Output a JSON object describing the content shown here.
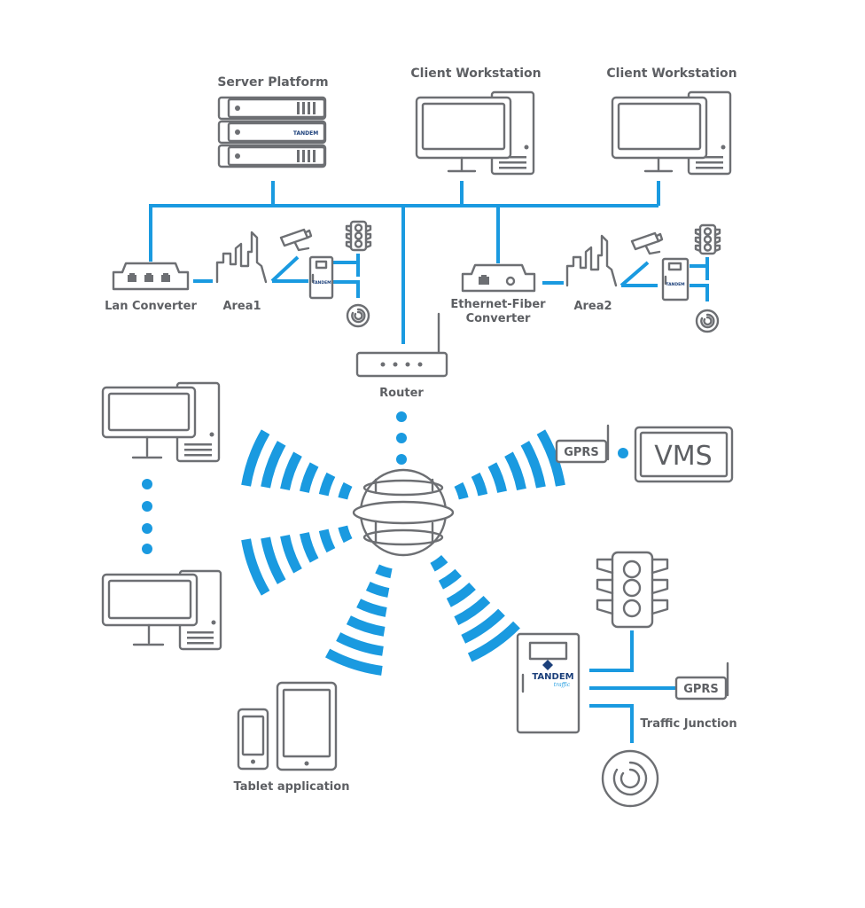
{
  "labels": {
    "server_platform": "Server Platform",
    "client_workstation_1": "Client Workstation",
    "client_workstation_2": "Client Workstation",
    "lan_converter": "Lan Converter",
    "area1": "Area1",
    "ethernet_fiber_line1": "Ethernet-Fiber",
    "ethernet_fiber_line2": "Converter",
    "area2": "Area2",
    "router": "Router",
    "gprs_vms": "GPRS",
    "vms": "VMS",
    "gprs_junction": "GPRS",
    "traffic_junction": "Traffic Junction",
    "tablet_application": "Tablet application",
    "controller_brand": "TANDEM",
    "controller_brand_sub": "traffic"
  },
  "colors": {
    "link": "#1a9ae0",
    "device": "#6d6f73",
    "text": "#5d5f63"
  },
  "icons": [
    "server-rack-icon",
    "desktop-computer-icon",
    "lan-converter-icon",
    "fiber-converter-icon",
    "buildings-icon",
    "cctv-camera-icon",
    "traffic-light-icon",
    "loop-detector-icon",
    "controller-cabinet-icon",
    "router-icon",
    "globe-icon",
    "tablet-icon",
    "phone-icon",
    "antenna-icon"
  ]
}
